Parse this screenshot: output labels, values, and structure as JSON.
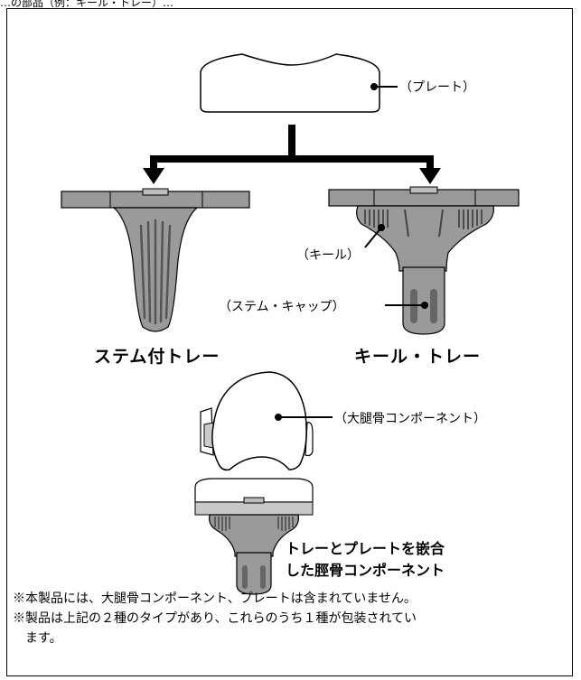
{
  "top_fragment": "…の部品（例：キール・トレー）…",
  "labels": {
    "plate": "（プレート）",
    "keel": "（キール）",
    "stem_cap": "（ステム・キャップ）",
    "femoral": "（大腿骨コンポーネント）"
  },
  "titles": {
    "stem_tray": "ステム付トレー",
    "keel_tray": "キール・トレー"
  },
  "combo_caption": [
    "トレーとプレートを嵌合",
    "した脛骨コンポーネント"
  ],
  "notes": [
    "※本製品には、大腿骨コンポーネント、プレートは含まれていません。",
    "※製品は上記の２種のタイプがあり、これらのうち１種が包装されてい",
    "ます。"
  ],
  "colors": {
    "metal": "#9a9a9a",
    "metal_dark": "#555555",
    "plate": "#ffffff",
    "line": "#000000"
  }
}
